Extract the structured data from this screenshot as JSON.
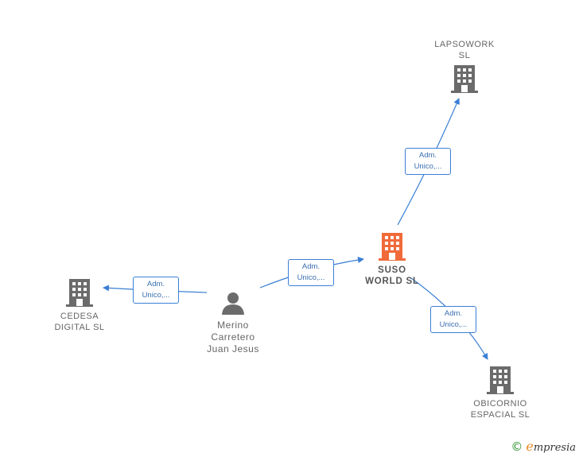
{
  "nodes": {
    "lapsowork": {
      "label": "LAPSOWORK\nSL",
      "icon": "building-icon",
      "color": "#6b6b6b"
    },
    "suso": {
      "label": "SUSO\nWORLD  SL",
      "icon": "building-icon",
      "color": "#f06a3a"
    },
    "cedesa": {
      "label": "CEDESA\nDIGITAL  SL",
      "icon": "building-icon",
      "color": "#6b6b6b"
    },
    "obicornio": {
      "label": "OBICORNIO\nESPACIAL  SL",
      "icon": "building-icon",
      "color": "#6b6b6b"
    },
    "merino": {
      "label": "Merino\nCarretero\nJuan Jesus",
      "icon": "person-icon",
      "color": "#6b6b6b"
    }
  },
  "relations": [
    {
      "id": "suso-lapsowork",
      "line1": "Adm.",
      "line2": "Unico,..."
    },
    {
      "id": "merino-suso",
      "line1": "Adm.",
      "line2": "Unico,..."
    },
    {
      "id": "merino-cedesa",
      "line1": "Adm.",
      "line2": "Unico,..."
    },
    {
      "id": "suso-obicornio",
      "line1": "Adm.",
      "line2": "Unico,..."
    }
  ],
  "brand": {
    "copyright": "©",
    "initial": "e",
    "name": "mpresia"
  },
  "colors": {
    "edge": "#3a7fd5"
  }
}
